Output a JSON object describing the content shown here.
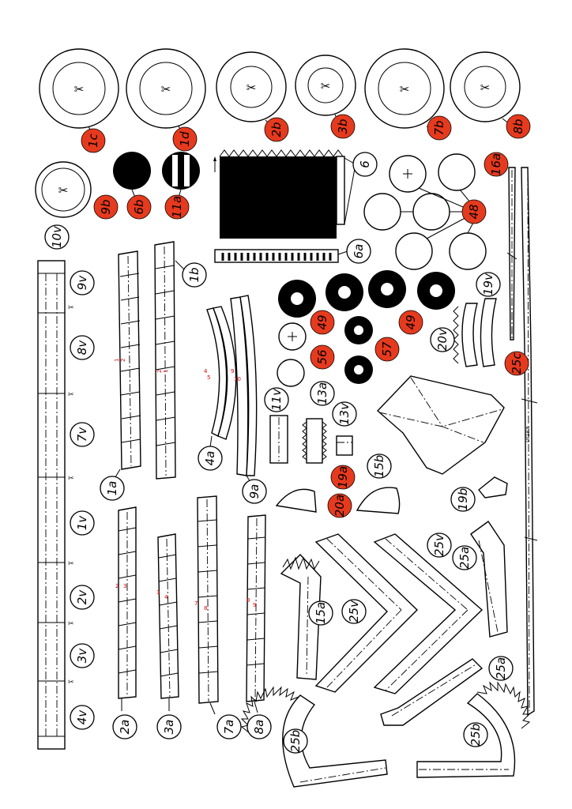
{
  "sheet": {
    "cut_symbol": "✂",
    "accent_color": "#e63a1e",
    "ink_color": "#000000",
    "signature": "ur1ka"
  },
  "labels": {
    "1c": "1c",
    "1d": "1d",
    "2b": "2b",
    "3b": "3b",
    "7b": "7b",
    "8b": "8b",
    "9b": "9b",
    "6b": "6b",
    "11a": "11a",
    "6": "6",
    "6a": "6a",
    "48": "48",
    "16a": "16a",
    "10v": "10v",
    "9v": "9v",
    "8v": "8v",
    "7v": "7v",
    "1v": "1v",
    "2v": "2v",
    "3v": "3v",
    "4v": "4v",
    "1a": "1a",
    "1b": "1b",
    "4a": "4a",
    "9a": "9a",
    "49a": "49",
    "49b": "49",
    "56": "56",
    "57": "57",
    "19v": "19v",
    "20v": "20v",
    "25c": "25c",
    "11v": "11v",
    "13a": "13a",
    "13v": "13v",
    "15b": "15b",
    "19a": "19a",
    "20a": "20a",
    "19b": "19b",
    "2a": "2a",
    "3a": "3a",
    "7a": "7a",
    "8a": "8a",
    "15a": "15a",
    "25v_a": "25v",
    "25v_b": "25v",
    "25a_a": "25a",
    "25a_b": "25a",
    "25b_a": "25b",
    "25b_b": "25b"
  },
  "part_marks": {
    "m1": "1",
    "m2": "2",
    "m1b": "1",
    "m2b": "2",
    "m4": "4",
    "m5": "5",
    "m9": "9",
    "m10": "10",
    "m2c": "2",
    "m3": "3",
    "m3b": "3",
    "m4b": "4",
    "m7": "7",
    "m8": "8",
    "m8b": "8",
    "m9b": "9"
  }
}
